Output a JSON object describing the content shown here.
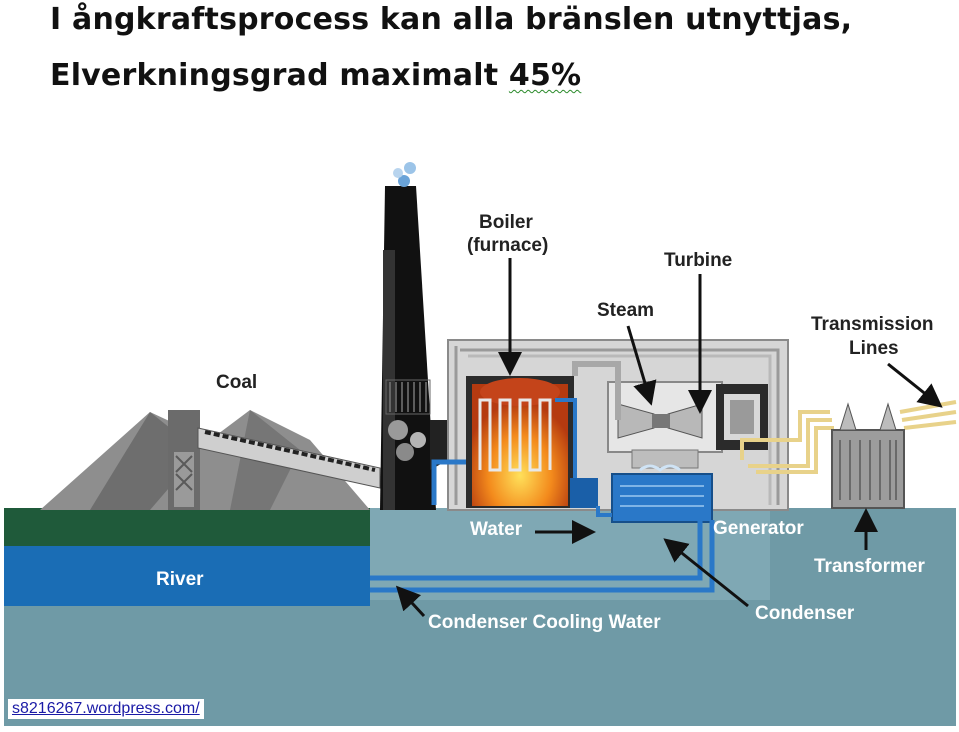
{
  "slide": {
    "title_line1": "I ångkraftsprocess  kan alla bränslen  utnyttjas,",
    "title_line2_prefix": "Elverkningsgrad  maximalt ",
    "title_line2_value": "45%"
  },
  "diagram": {
    "labels": {
      "boiler_line1": "Boiler",
      "boiler_line2": "(furnace)",
      "turbine": "Turbine",
      "steam": "Steam",
      "transmission_line1": "Transmission",
      "transmission_line2": "Lines",
      "coal": "Coal",
      "water": "Water",
      "generator": "Generator",
      "transformer": "Transformer",
      "river": "River",
      "condenser_cooling_water": "Condenser Cooling Water",
      "condenser": "Condenser"
    },
    "colors": {
      "ground": "#6f9aa6",
      "river": "#1a6db5",
      "green_strip": "#1f5a3a",
      "coal_piles": "#8e8e8e",
      "stack": "#111111",
      "building": "#c8c8c8",
      "fire": "#f07d1a",
      "water_pipes": "#2a78c8",
      "transmission": "#e8d28a"
    }
  },
  "source": {
    "url_text": "s8216267.wordpress.com/"
  }
}
